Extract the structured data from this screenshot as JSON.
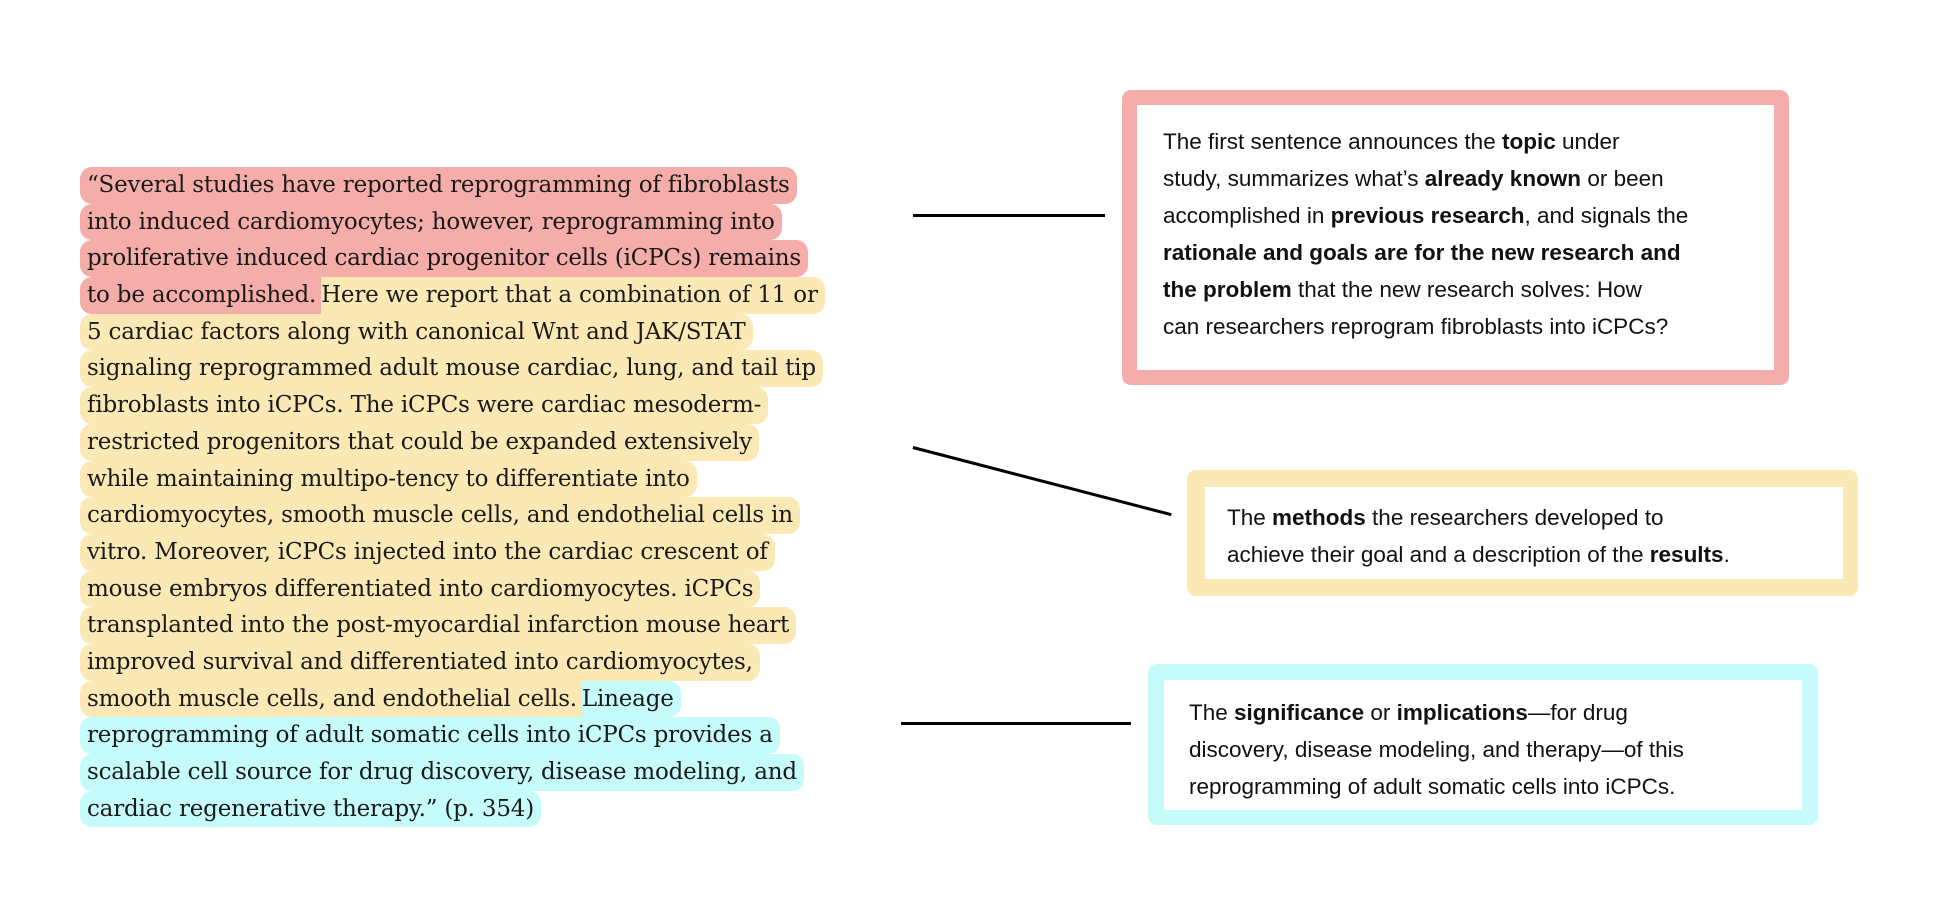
{
  "colors": {
    "background_info": "#F4ADA8",
    "methods_results": "#FBE9B5",
    "significance": "#C6FBFC",
    "connector": "#000000"
  },
  "abstract": {
    "lines": [
      {
        "segments": [
          {
            "text": "“Several studies have reported reprogramming of fibroblasts",
            "hl": "red"
          }
        ]
      },
      {
        "segments": [
          {
            "text": "into induced cardiomyocytes; however, reprogramming into",
            "hl": "red"
          }
        ]
      },
      {
        "segments": [
          {
            "text": "proliferative induced cardiac progenitor cells (iCPCs) remains",
            "hl": "red"
          }
        ]
      },
      {
        "segments": [
          {
            "text": "to be accomplished.",
            "hl": "red"
          },
          {
            "text": " Here we report that a combination of 11 or",
            "hl": "yellow"
          }
        ]
      },
      {
        "segments": [
          {
            "text": "5 cardiac factors along with canonical Wnt and JAK/STAT",
            "hl": "yellow"
          }
        ]
      },
      {
        "segments": [
          {
            "text": "signaling reprogrammed adult mouse cardiac, lung, and tail tip",
            "hl": "yellow"
          }
        ]
      },
      {
        "segments": [
          {
            "text": "fibroblasts into iCPCs. The iCPCs were cardiac mesoderm-",
            "hl": "yellow"
          }
        ]
      },
      {
        "segments": [
          {
            "text": "restricted progenitors that could be expanded extensively",
            "hl": "yellow"
          }
        ]
      },
      {
        "segments": [
          {
            "text": "while maintaining multipo-tency to differentiate into",
            "hl": "yellow"
          }
        ]
      },
      {
        "segments": [
          {
            "text": "cardiomyocytes, smooth muscle cells, and endothelial cells in",
            "hl": "yellow"
          }
        ]
      },
      {
        "segments": [
          {
            "text": "vitro. Moreover, iCPCs injected into the cardiac crescent of",
            "hl": "yellow"
          }
        ]
      },
      {
        "segments": [
          {
            "text": "mouse embryos differentiated into cardiomyocytes. iCPCs",
            "hl": "yellow"
          }
        ]
      },
      {
        "segments": [
          {
            "text": "transplanted into the post-myocardial infarction mouse heart",
            "hl": "yellow"
          }
        ]
      },
      {
        "segments": [
          {
            "text": "improved survival and differentiated into cardiomyocytes,",
            "hl": "yellow"
          }
        ]
      },
      {
        "segments": [
          {
            "text": "smooth muscle cells, and endothelial cells.",
            "hl": "yellow"
          },
          {
            "text": " Lineage",
            "hl": "cyan"
          }
        ]
      },
      {
        "segments": [
          {
            "text": "reprogramming of adult somatic cells into iCPCs provides a",
            "hl": "cyan"
          }
        ]
      },
      {
        "segments": [
          {
            "text": "scalable cell source for drug discovery, disease modeling, and",
            "hl": "cyan"
          }
        ]
      },
      {
        "segments": [
          {
            "text": "cardiac regenerative therapy.” (p. 354)",
            "hl": "cyan"
          }
        ]
      }
    ]
  },
  "callouts": {
    "background": {
      "lines": [
        [
          {
            "t": "The first sentence announces the "
          },
          {
            "t": "topic",
            "b": true
          },
          {
            "t": " under"
          }
        ],
        [
          {
            "t": "study, summarizes what’s "
          },
          {
            "t": "already known",
            "b": true
          },
          {
            "t": " or been"
          }
        ],
        [
          {
            "t": "accomplished in "
          },
          {
            "t": "previous research",
            "b": true
          },
          {
            "t": ", and signals the"
          }
        ],
        [
          {
            "t": "rationale and goals are for the new research and",
            "b": true
          }
        ],
        [
          {
            "t": "the problem",
            "b": true
          },
          {
            "t": " that the new research solves: How"
          }
        ],
        [
          {
            "t": "can researchers reprogram fibroblasts into iCPCs?"
          }
        ]
      ]
    },
    "methods": {
      "lines": [
        [
          {
            "t": "The "
          },
          {
            "t": "methods",
            "b": true
          },
          {
            "t": " the researchers developed to"
          }
        ],
        [
          {
            "t": "achieve their goal and a description of the "
          },
          {
            "t": "results",
            "b": true
          },
          {
            "t": "."
          }
        ]
      ]
    },
    "significance": {
      "lines": [
        [
          {
            "t": "The "
          },
          {
            "t": "significance",
            "b": true
          },
          {
            "t": " or "
          },
          {
            "t": "implications",
            "b": true
          },
          {
            "t": "—for drug"
          }
        ],
        [
          {
            "t": "discovery, disease modeling, and therapy—of this"
          }
        ],
        [
          {
            "t": "reprogramming of adult somatic cells into iCPCs."
          }
        ]
      ]
    }
  }
}
